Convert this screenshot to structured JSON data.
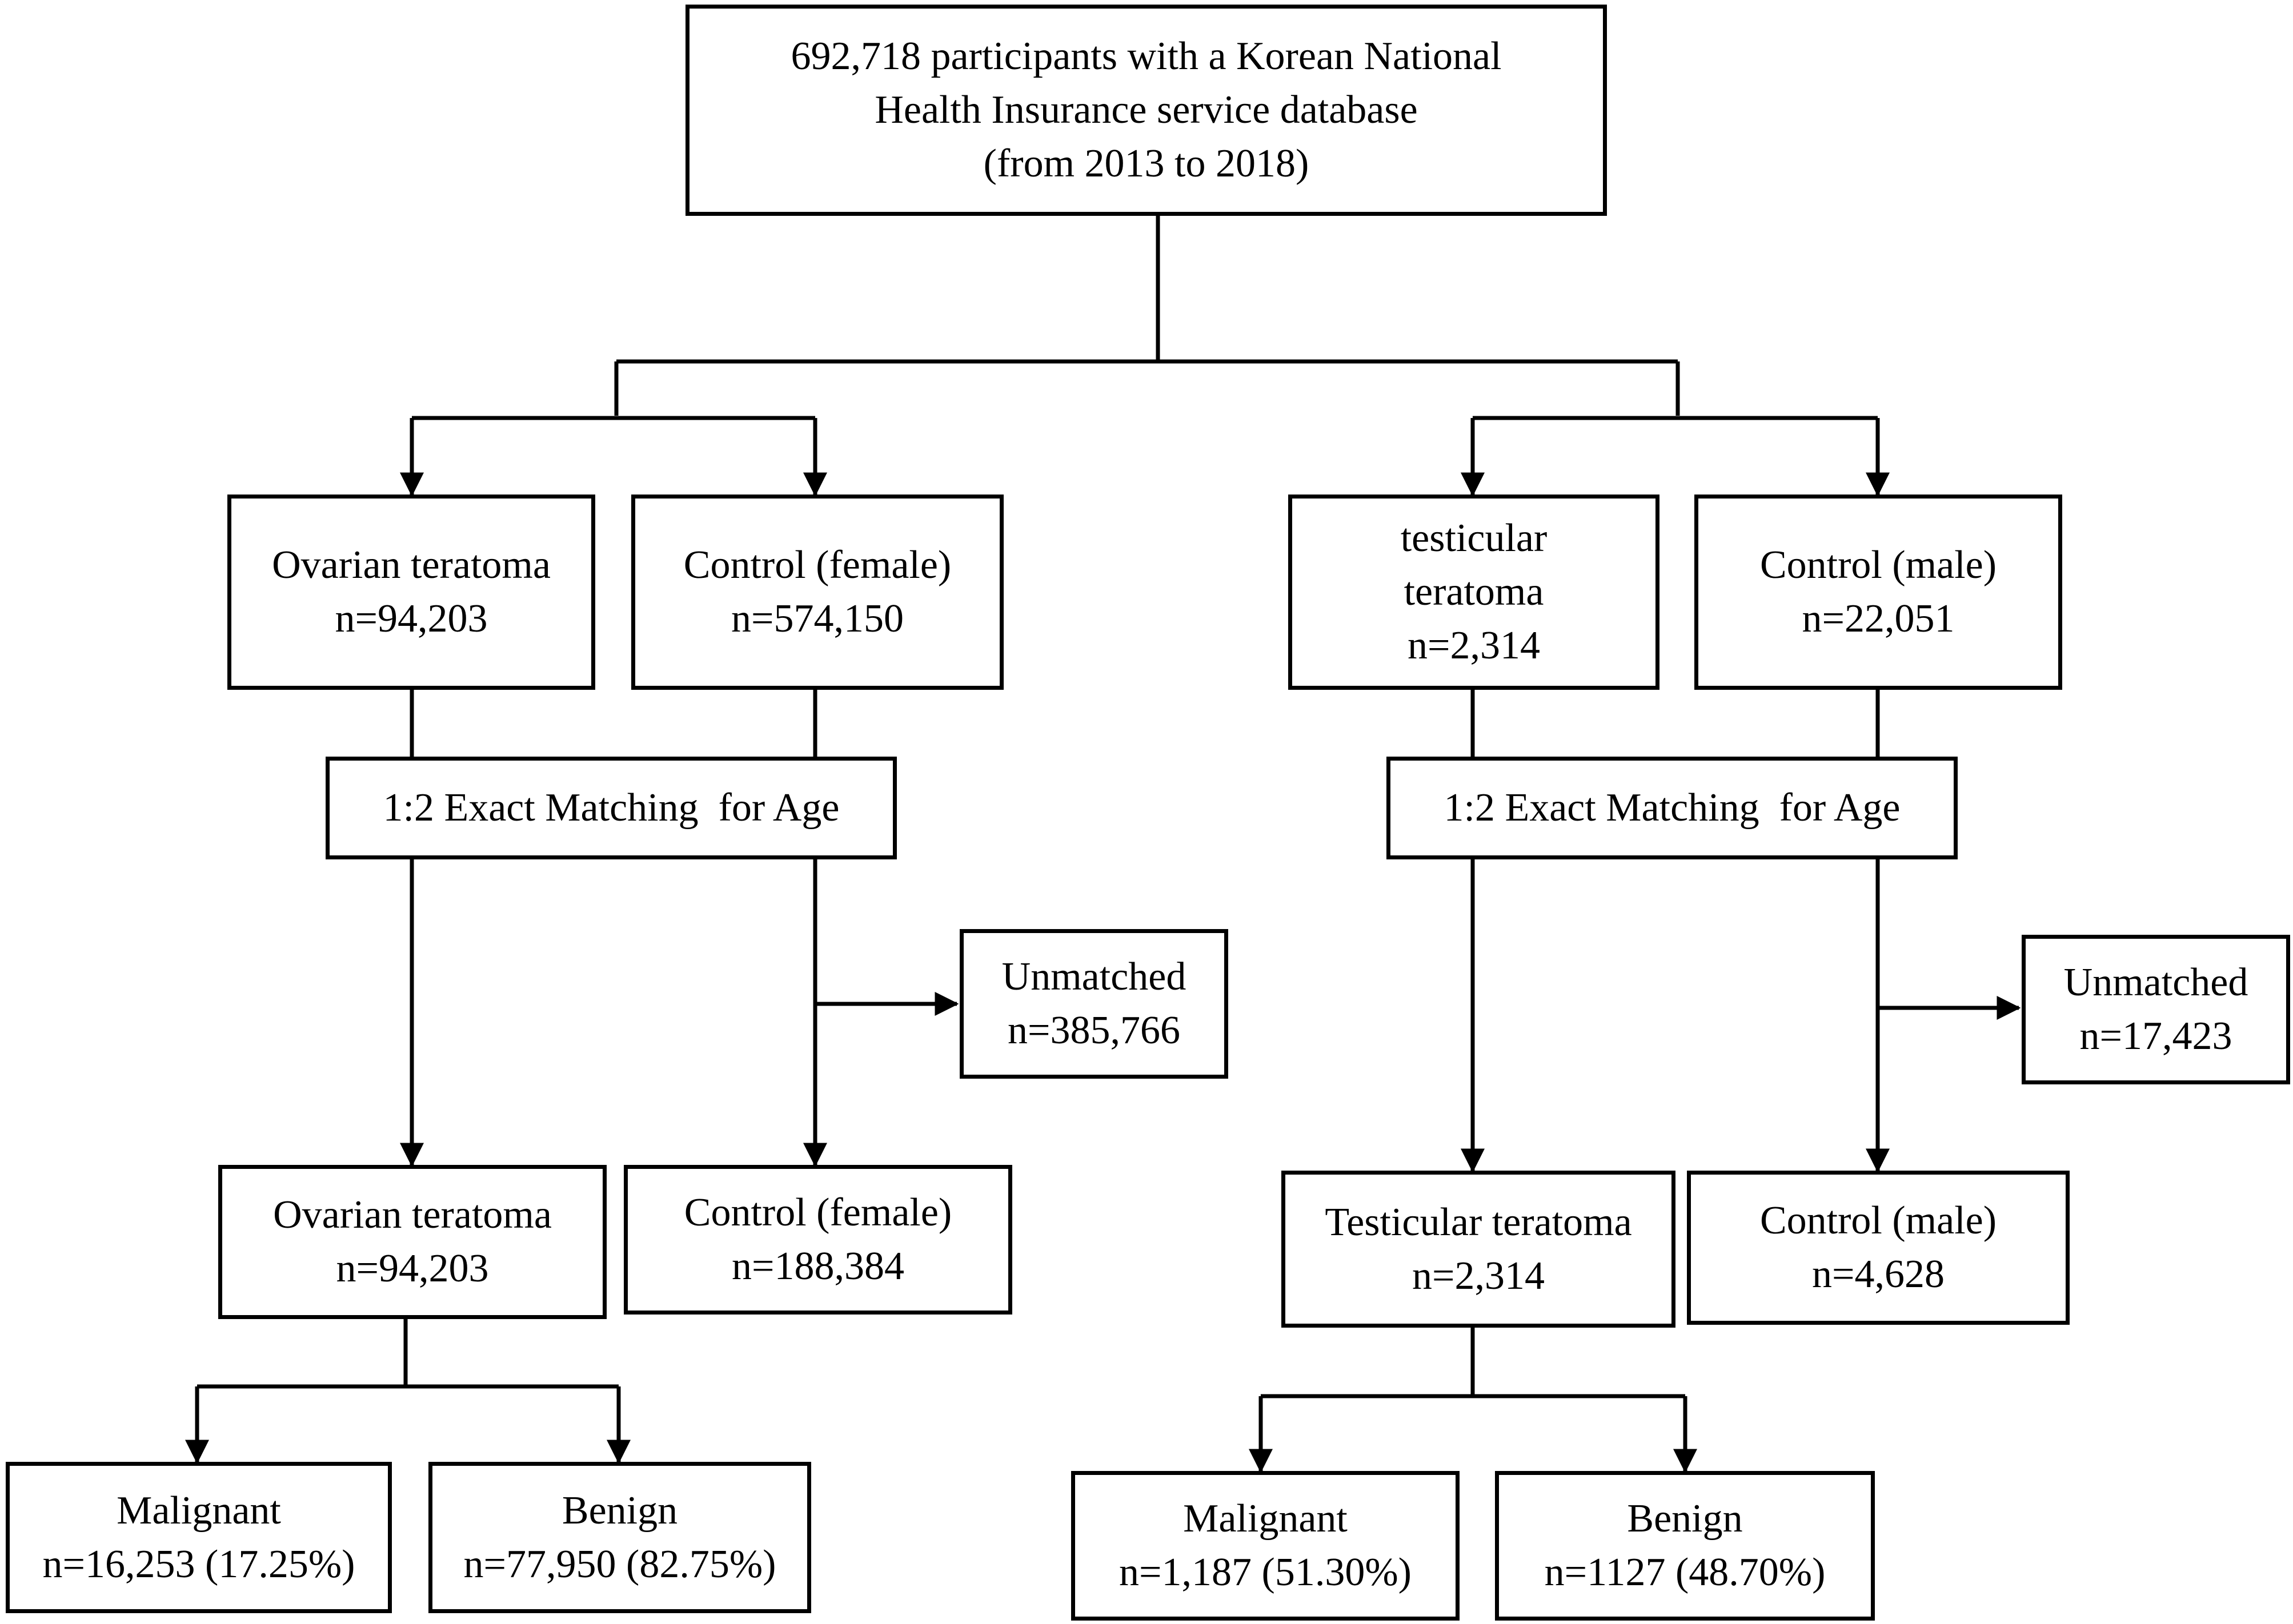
{
  "root": {
    "lines": [
      "692,718 participants with a Korean National",
      "Health Insurance service database",
      "(from 2013 to 2018)"
    ]
  },
  "female": {
    "case": {
      "line1": "Ovarian teratoma",
      "line2": "n=94,203"
    },
    "control": {
      "line1": "Control (female)",
      "line2": "n=574,150"
    },
    "matching": "1:2 Exact Matching  for Age",
    "unmatched": {
      "line1": "Unmatched",
      "line2": "n=385,766"
    },
    "matched_case": {
      "line1": "Ovarian teratoma",
      "line2": "n=94,203"
    },
    "matched_control": {
      "line1": "Control (female)",
      "line2": "n=188,384"
    },
    "malignant": {
      "line1": "Malignant",
      "line2": "n=16,253 (17.25%)"
    },
    "benign": {
      "line1": "Benign",
      "line2": "n=77,950 (82.75%)"
    }
  },
  "male": {
    "case": {
      "line1": "testicular",
      "line2": "teratoma",
      "line3": "n=2,314"
    },
    "control": {
      "line1": "Control (male)",
      "line2": "n=22,051"
    },
    "matching": "1:2 Exact Matching  for Age",
    "unmatched": {
      "line1": "Unmatched",
      "line2": "n=17,423"
    },
    "matched_case": {
      "line1": "Testicular teratoma",
      "line2": "n=2,314"
    },
    "matched_control": {
      "line1": "Control (male)",
      "line2": "n=4,628"
    },
    "malignant": {
      "line1": "Malignant",
      "line2": "n=1,187 (51.30%)"
    },
    "benign": {
      "line1": "Benign",
      "line2": "n=1127 (48.70%)"
    }
  }
}
